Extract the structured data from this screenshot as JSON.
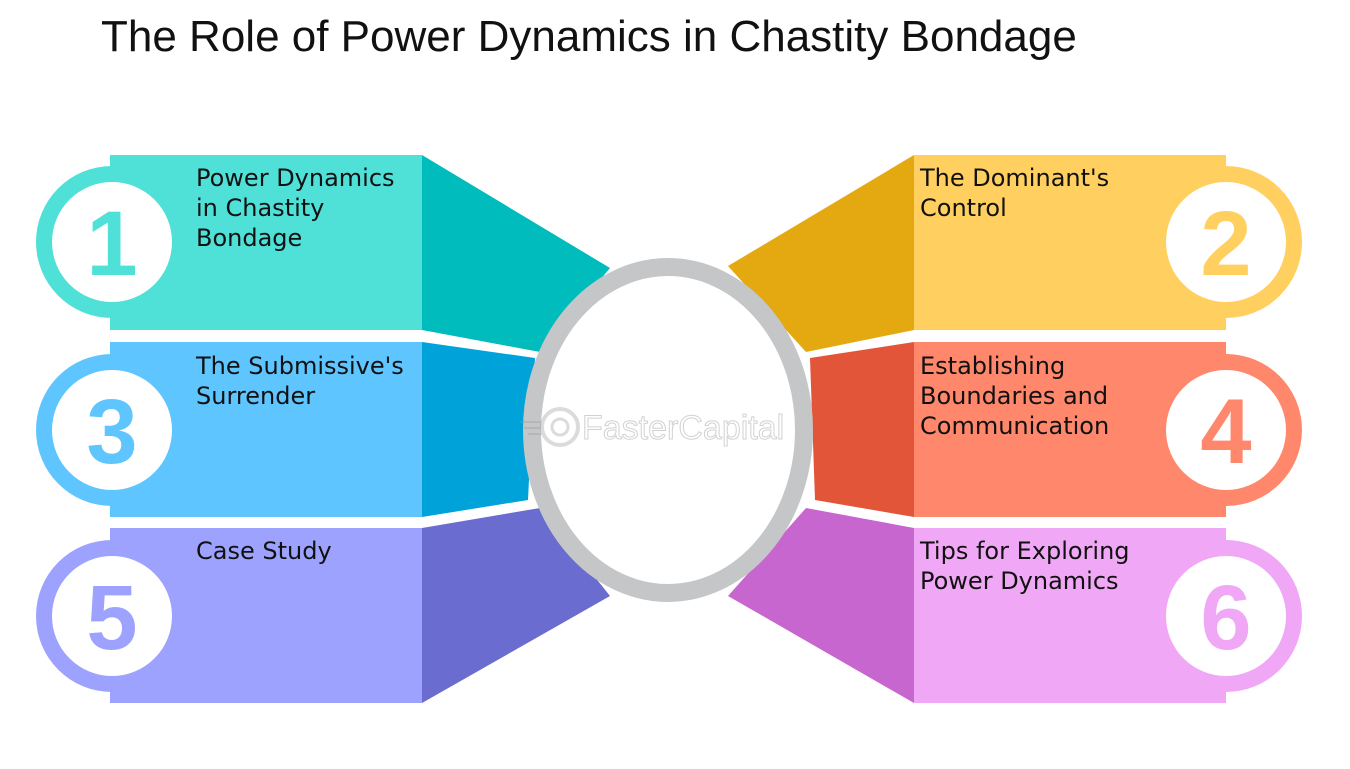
{
  "title": "The Role of Power Dynamics in Chastity Bondage",
  "watermark": "FasterCapital",
  "steps": [
    {
      "number": "1",
      "label": "Power Dynamics in Chastity Bondage",
      "color": "#4fe0d8",
      "color_dark": "#00bcbc",
      "ring": "#4fe0d8"
    },
    {
      "number": "2",
      "label": "The Dominant's Control",
      "color": "#ffd060",
      "color_dark": "#e4a810",
      "ring": "#ffd060"
    },
    {
      "number": "3",
      "label": "The Submissive's Surrender",
      "color": "#5ec5ff",
      "color_dark": "#00a3d9",
      "ring": "#5ec5ff"
    },
    {
      "number": "4",
      "label": "Establishing Boundaries and Communication",
      "color": "#ff876b",
      "color_dark": "#e25538",
      "ring": "#ff876b"
    },
    {
      "number": "5",
      "label": "Case Study",
      "color": "#9da2ff",
      "color_dark": "#6a6ccf",
      "ring": "#9da2ff"
    },
    {
      "number": "6",
      "label": "Tips for Exploring Power Dynamics",
      "color": "#f0a8f6",
      "color_dark": "#c866cf",
      "ring": "#f0a8f6"
    }
  ]
}
